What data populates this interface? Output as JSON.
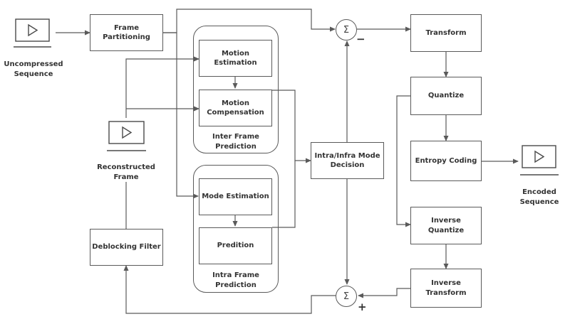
{
  "nodes": {
    "frame_partitioning": "Frame\nPartitioning",
    "motion_estimation": "Motion\nEstimation",
    "motion_compensation": "Motion\nCompensation",
    "inter_frame_prediction": "Inter Frame\nPrediction",
    "mode_estimation": "Mode Estimation",
    "predition": "Predition",
    "intra_frame_prediction": "Intra Frame\nPrediction",
    "mode_decision": "Intra/Infra Mode\nDecision",
    "transform": "Transform",
    "quantize": "Quantize",
    "entropy_coding": "Entropy Coding",
    "inverse_quantize": "Inverse\nQuantize",
    "inverse_transform": "Inverse\nTransform",
    "deblocking_filter": "Deblocking Filter"
  },
  "labels": {
    "uncompressed_sequence": "Uncompressed\nSequence",
    "reconstructed_frame": "Reconstructed\nFrame",
    "encoded_sequence": "Encoded\nSequence"
  },
  "sum_symbol": "Σ",
  "signs": {
    "minus": "−",
    "plus": "+"
  },
  "icons": {
    "video_file": "play-screen-icon",
    "summation": "sigma-icon"
  },
  "colors": {
    "line": "#5a5a5a",
    "text": "#333333",
    "background": "#ffffff"
  }
}
